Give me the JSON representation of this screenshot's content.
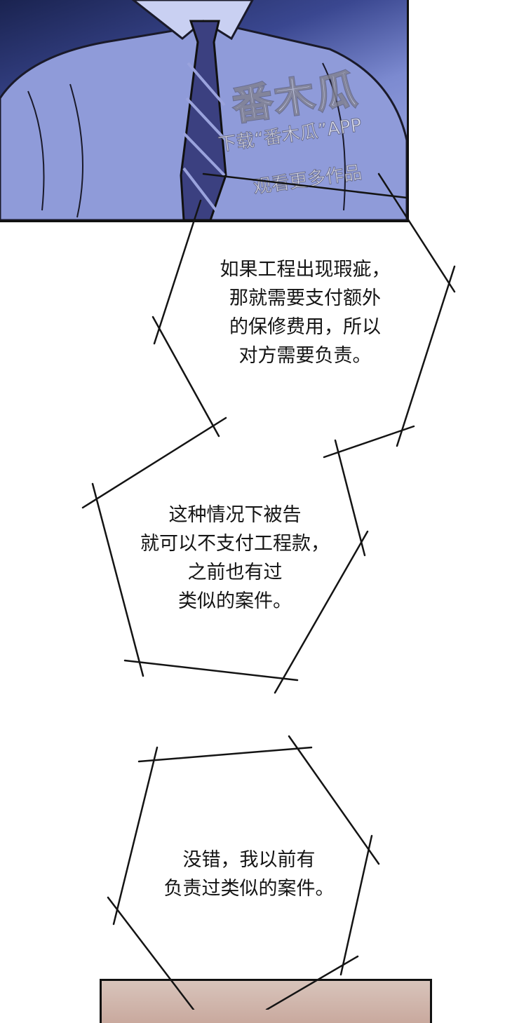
{
  "watermark": {
    "brand": "番木瓜",
    "line1": "下载“番木瓜”APP",
    "line2": "观看更多作品"
  },
  "bubbles": [
    {
      "text": "如果工程出现瑕疵，\n那就需要支付额外\n的保修费用，所以\n对方需要负责。"
    },
    {
      "text": "这种情况下被告\n就可以不支付工程款，\n之前也有过\n类似的案件。"
    },
    {
      "text": "没错，我以前有\n负责过类似的案件。"
    }
  ],
  "colors": {
    "ink": "#141414",
    "shirt": "#8e9ad8",
    "background": "#ffffff"
  }
}
